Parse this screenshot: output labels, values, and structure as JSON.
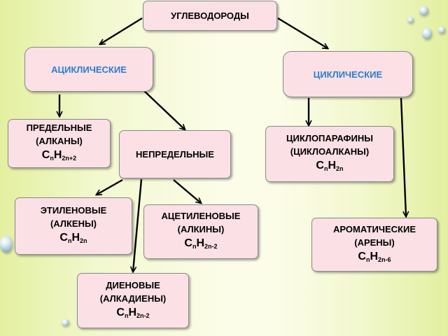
{
  "nodes": {
    "root": "УГЛЕВОДОРОДЫ",
    "acyclic": "АЦИКЛИЧЕСКИЕ",
    "cyclic": "ЦИКЛИЧЕСКИЕ",
    "saturated": {
      "line1": "ПРЕДЕЛЬНЫЕ",
      "line2": "(АЛКАНЫ)",
      "formula_c": "C",
      "formula_c_sub": "n",
      "formula_h": "H",
      "formula_h_sub": "2n+2"
    },
    "unsaturated": "НЕПРЕДЕЛЬНЫЕ",
    "cycloparaffins": {
      "line1": "ЦИКЛОПАРАФИНЫ",
      "line2": "(ЦИКЛОАЛКАНЫ)",
      "formula_c": "C",
      "formula_c_sub": "n",
      "formula_h": "H",
      "formula_h_sub": "2n"
    },
    "ethylene": {
      "line1": "ЭТИЛЕНОВЫЕ",
      "line2": "(АЛКЕНЫ)",
      "formula_c": "C",
      "formula_c_sub": "n",
      "formula_h": "H",
      "formula_h_sub": "2n"
    },
    "acetylene": {
      "line1": "АЦЕТИЛЕНОВЫЕ",
      "line2": "(АЛКИНЫ)",
      "formula_c": "C",
      "formula_c_sub": "n",
      "formula_h": "H",
      "formula_h_sub": "2n-2"
    },
    "aromatic": {
      "line1": "АРОМАТИЧЕСКИЕ",
      "line2": "(АРЕНЫ)",
      "formula_c": "C",
      "formula_c_sub": "n",
      "formula_h": "H",
      "formula_h_sub": "2n-6"
    },
    "diene": {
      "line1": "ДИЕНОВЫЕ",
      "line2": "(АЛКАДИЕНЫ)",
      "formula_c": "C",
      "formula_c_sub": "n",
      "formula_h": "H",
      "formula_h_sub": "2n-2"
    }
  },
  "colors": {
    "box_fill": "#fbe0e6",
    "accent_text": "#2a7fd0",
    "arrow": "#000000"
  }
}
